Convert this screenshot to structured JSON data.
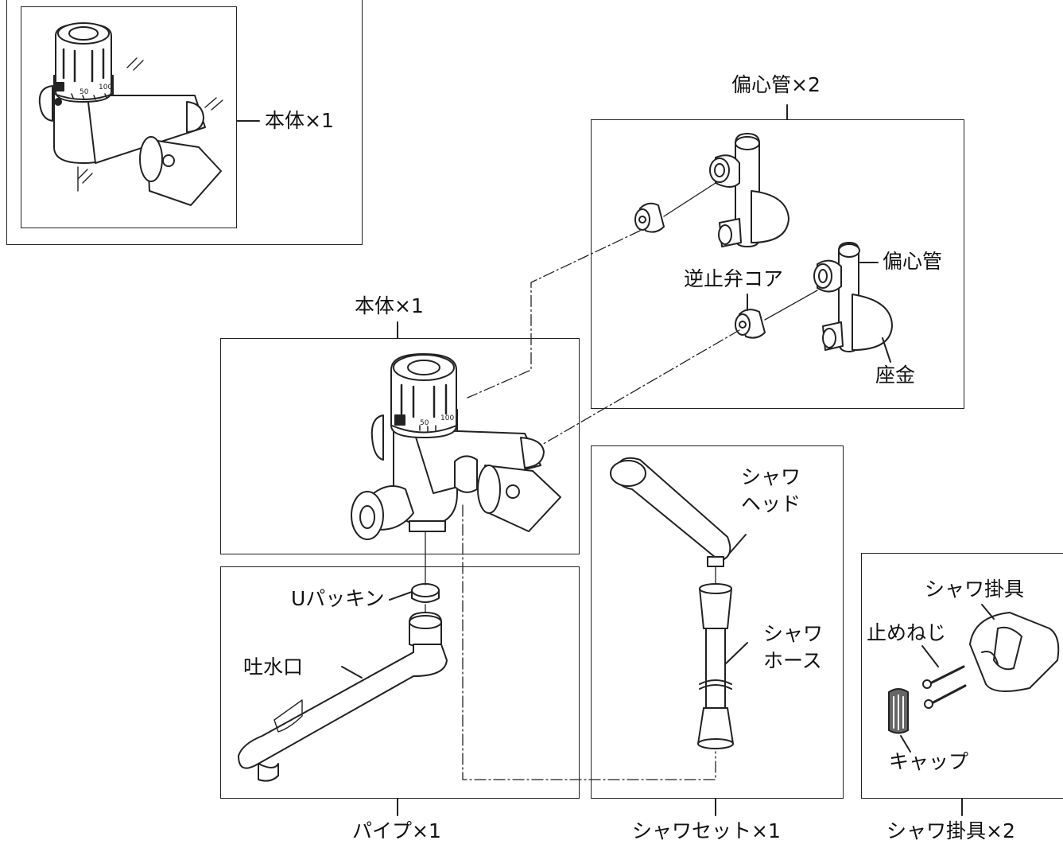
{
  "labels": {
    "body_top": "本体×1",
    "eccentric_title": "偏心管×2",
    "check_valve_core": "逆止弁コア",
    "eccentric_pipe": "偏心管",
    "washer": "座金",
    "body_main": "本体×1",
    "u_packing": "Uパッキン",
    "spout": "吐水口",
    "pipe_title": "パイプ×1",
    "shower_head": [
      "シャワ",
      "ヘッド"
    ],
    "shower_hose": [
      "シャワ",
      "ホース"
    ],
    "shower_set_title": "シャワセット×1",
    "shower_hook": "シャワ掛具",
    "set_screw": "止めねじ",
    "cap": "キャップ",
    "shower_hook_title": "シャワ掛具×2"
  },
  "dial_scale": [
    "50",
    "100"
  ]
}
